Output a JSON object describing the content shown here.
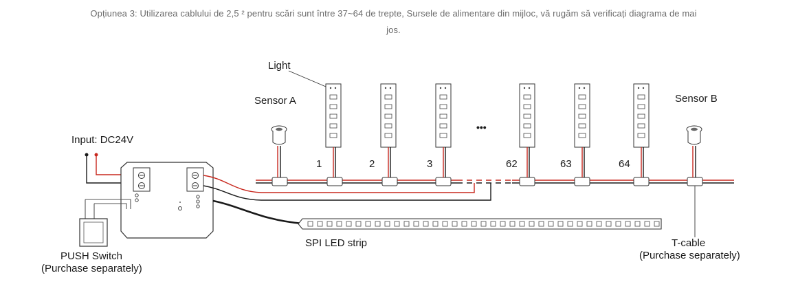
{
  "caption": {
    "line1": "Opțiunea 3: Utilizarea  cablului de 2,5 ² pentru scări sunt între 37~64 de trepte,  Sursele de alimentare din mijloc, vă rugăm să verificați diagrama de mai",
    "line2": "jos."
  },
  "labels": {
    "light": "Light",
    "sensor_a": "Sensor A",
    "sensor_b": "Sensor B",
    "input": "Input: DC24V",
    "ellipsis": "•••",
    "spi_strip": "SPI LED strip",
    "push_switch": "PUSH Switch",
    "push_switch_note": "(Purchase separately)",
    "t_cable": "T-cable",
    "t_cable_note": "(Purchase separately)"
  },
  "lights": [
    {
      "number": "1"
    },
    {
      "number": "2"
    },
    {
      "number": "3"
    },
    {
      "number": "62"
    },
    {
      "number": "63"
    },
    {
      "number": "64"
    }
  ],
  "colors": {
    "wire_red": "#c8281e",
    "wire_black": "#1a1a1a",
    "outline": "#333333"
  }
}
